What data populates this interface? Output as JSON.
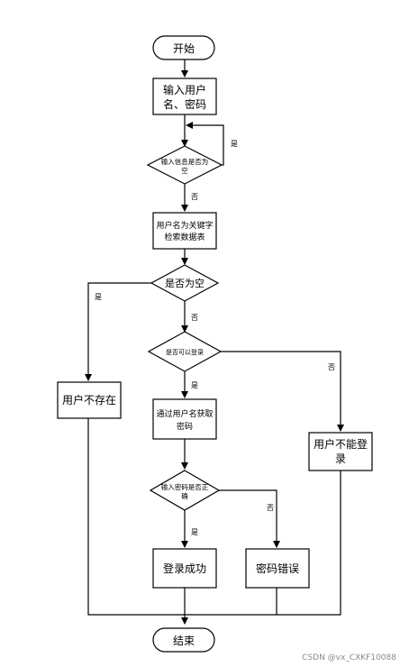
{
  "nodes": {
    "start": "开始",
    "input_line1": "输入用户",
    "input_line2": "名、密码",
    "check_empty_line1": "输入信息是否为",
    "check_empty_line2": "空",
    "query_line1": "用户名为关键字",
    "query_line2": "检索数据表",
    "is_null": "是否为空",
    "can_login": "是否可以登录",
    "get_pwd_line1": "通过用户名获取",
    "get_pwd_line2": "密码",
    "pwd_check_line1": "输入密码是否正",
    "pwd_check_line2": "确",
    "user_not_exist": "用户不存在",
    "cannot_login_line1": "用户不能登",
    "cannot_login_line2": "录",
    "login_success": "登录成功",
    "pwd_error": "密码错误",
    "end": "结束"
  },
  "edge_labels": {
    "yes": "是",
    "no": "否"
  },
  "watermark": "CSDN @vx_CXKF10088"
}
